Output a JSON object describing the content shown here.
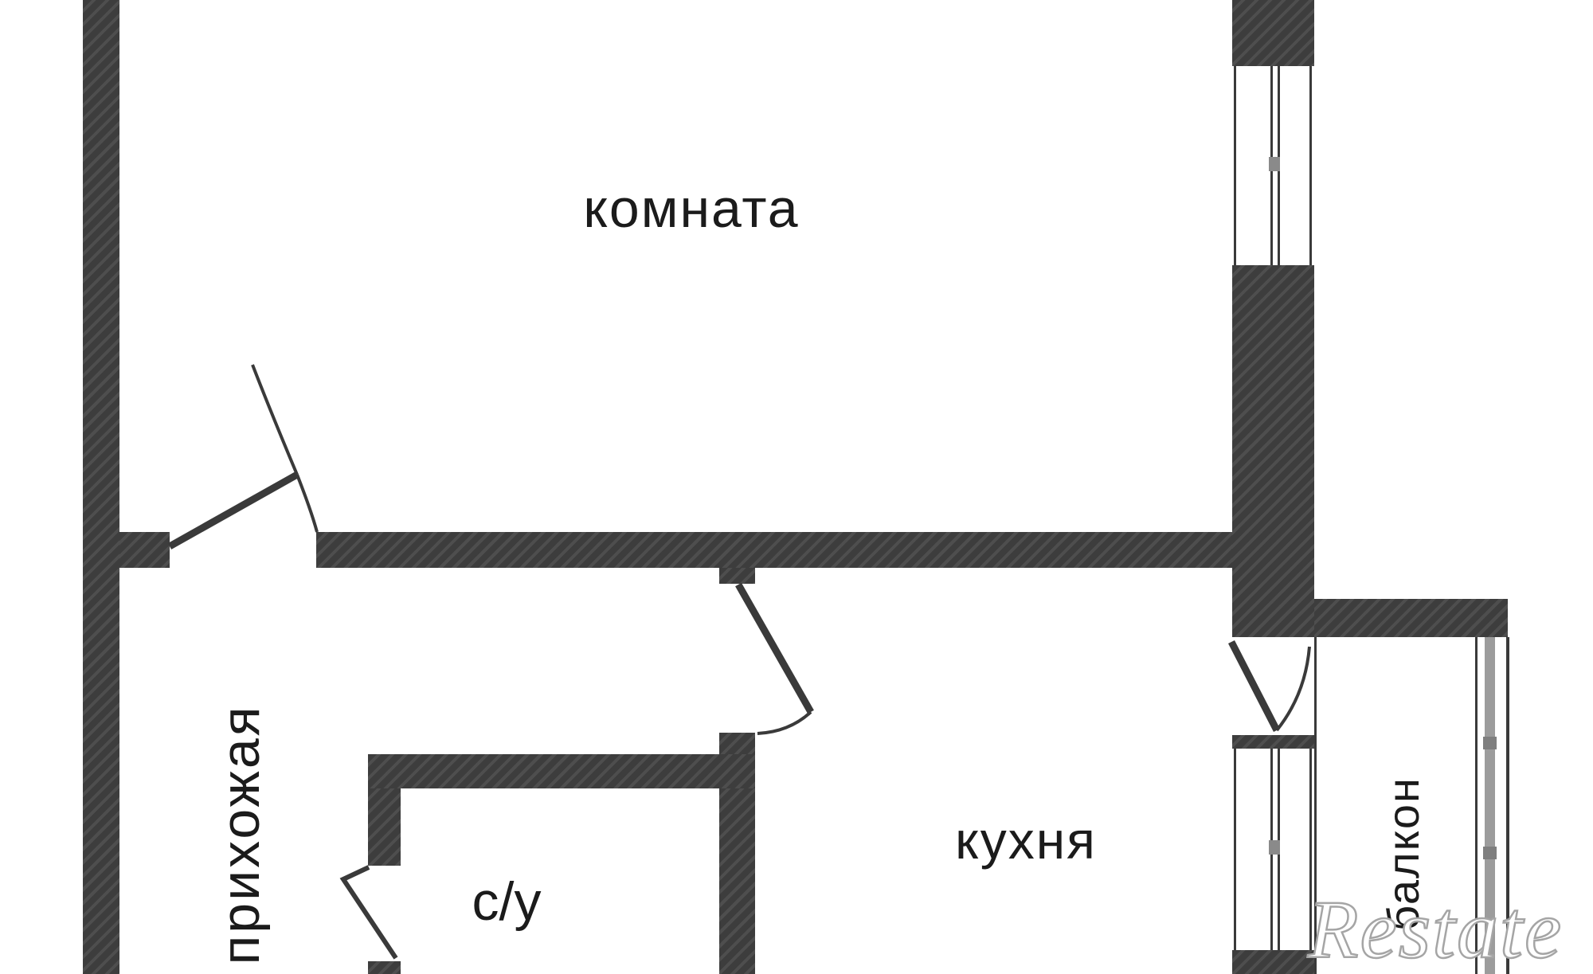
{
  "floorplan": {
    "type": "apartment-floor-plan",
    "language": "ru",
    "rooms": [
      {
        "id": "room",
        "label": "комната",
        "orientation": "horizontal"
      },
      {
        "id": "hallway",
        "label": "прихожая",
        "orientation": "vertical"
      },
      {
        "id": "bathroom",
        "label": "с/у",
        "orientation": "horizontal"
      },
      {
        "id": "kitchen",
        "label": "кухня",
        "orientation": "horizontal"
      },
      {
        "id": "balcony",
        "label": "балкон",
        "orientation": "vertical"
      }
    ],
    "watermark": {
      "text": "Restate"
    },
    "colors": {
      "wall": "#3d3d3d",
      "wall_hatch": "#4e4e4e",
      "line": "#3a3a3a",
      "glazing_gray": "#9c9c9c",
      "tick_gray": "#8a8a8a",
      "background": "#ffffff",
      "label": "#1b1b1b",
      "watermark_fill": "#ffffff",
      "watermark_outline": "#a5a5a5"
    }
  }
}
